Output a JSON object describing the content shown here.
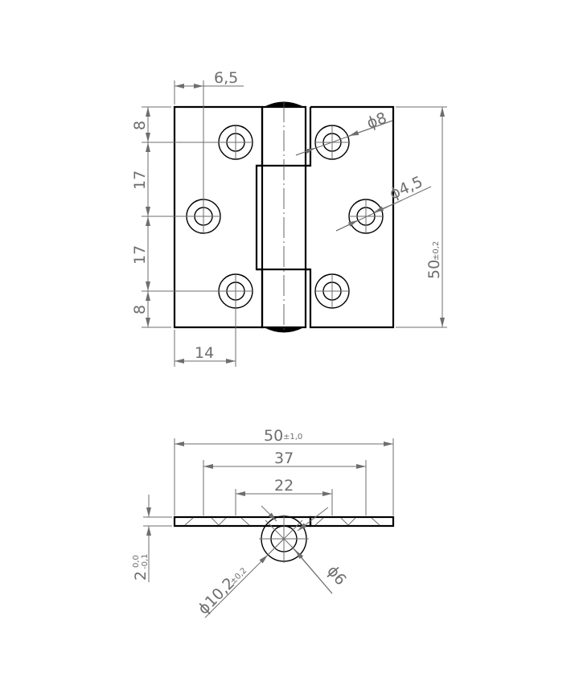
{
  "drawing": {
    "subject": "hinge",
    "line_color": "#000000",
    "dimension_color": "#6e6e6e"
  },
  "top_view": {
    "dim_hole_offset_x": "6,5",
    "dim_first_row": "8",
    "dim_pitch_1": "17",
    "dim_pitch_2": "17",
    "dim_last_row": "8",
    "dim_hole_x": "14",
    "dim_counterbore": "ϕ8",
    "dim_hole": "ϕ4,5",
    "dim_height": "50",
    "dim_height_tol": "±0,2"
  },
  "side_view": {
    "dim_width": "50",
    "dim_width_tol": "±1,0",
    "dim_outer_holes": "37",
    "dim_inner_holes": "22",
    "dim_thickness": "2",
    "dim_thickness_tol_upper": "0,0",
    "dim_thickness_tol_lower": "-0,1",
    "dim_knuckle_outer": "ϕ10,2",
    "dim_knuckle_outer_tol": "±0,2",
    "dim_pin": "ϕ6"
  }
}
